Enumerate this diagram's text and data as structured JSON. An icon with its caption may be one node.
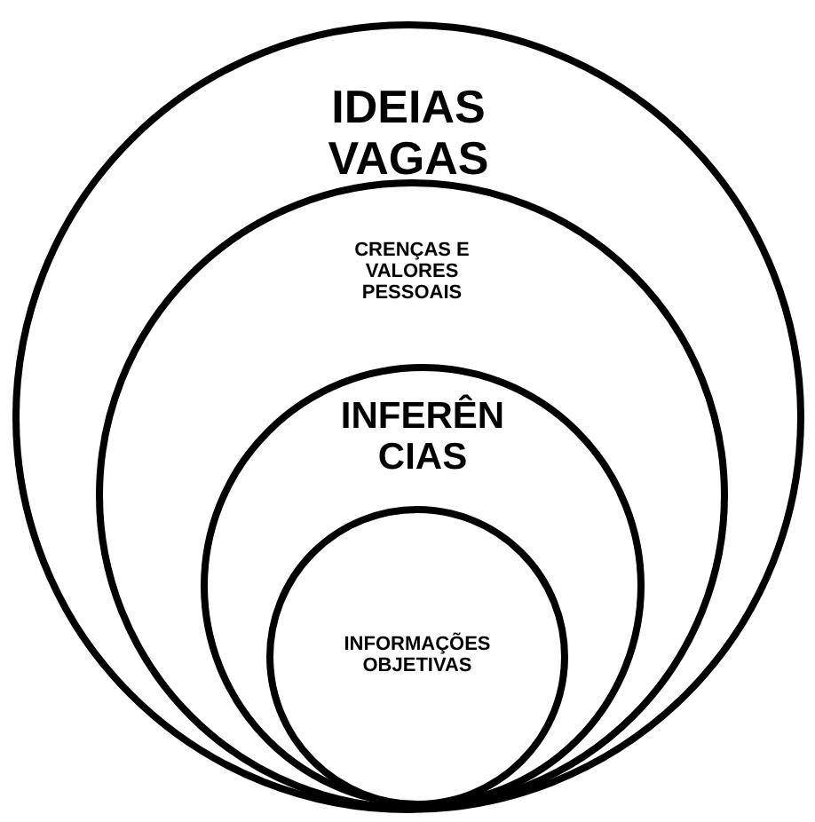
{
  "diagram": {
    "nodes": [
      {
        "text": [
          "IDEIAS VAGAS"
        ]
      },
      {
        "text": [
          "CRENÇAS E VALORES PESSOAIS"
        ],
        "in": 0
      },
      {
        "text": [
          "INFERÊN CIAS"
        ],
        "in": 1
      },
      {
        "text": [
          "INFORMAÇÕES OBJETIVAS"
        ],
        "in": 2
      }
    ]
  }
}
